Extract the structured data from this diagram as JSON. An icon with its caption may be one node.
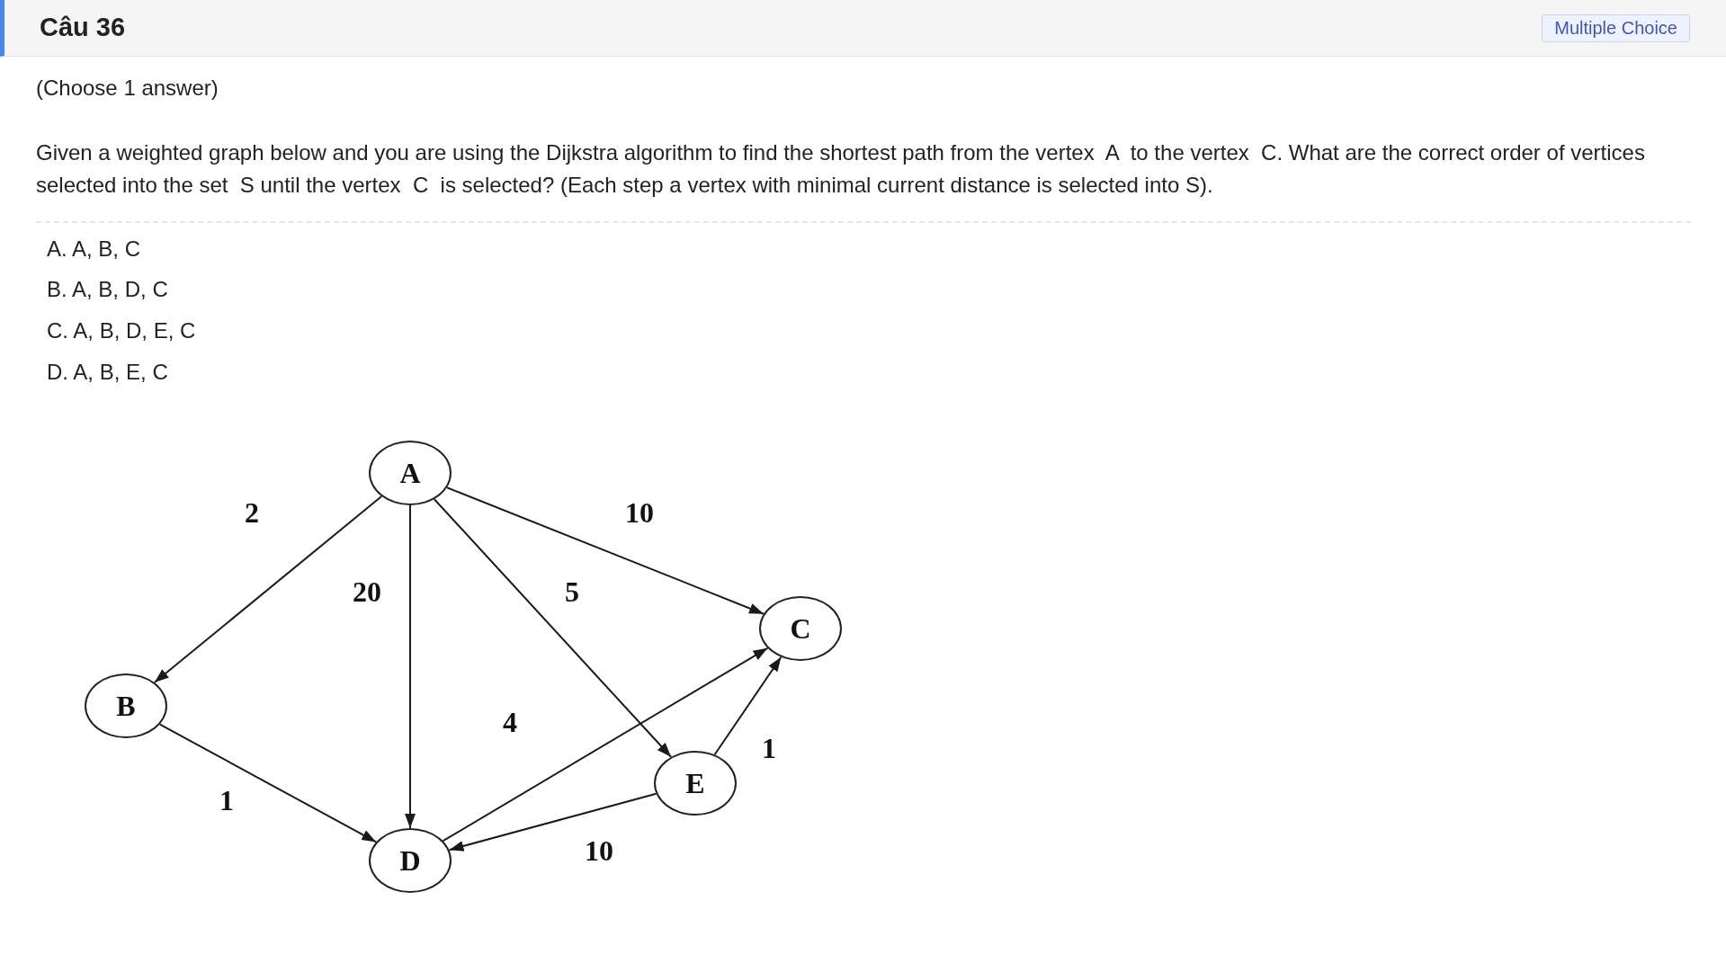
{
  "diagram": {
    "title": "Câu 36",
    "nodes": [
      {
        "text": [
          "A"
        ]
      },
      {
        "text": [
          "C"
        ]
      },
      {
        "text": [
          "B"
        ]
      },
      {
        "text": [
          "E"
        ]
      },
      {
        "text": [
          "D"
        ]
      }
    ],
    "edges": [
      {
        "from": 0,
        "to": 2,
        "arrow": "to",
        "label": "2"
      },
      {
        "from": 0,
        "to": 4,
        "arrow": "to",
        "label": "20"
      },
      {
        "from": 0,
        "to": 3,
        "arrow": "to",
        "label": "5"
      },
      {
        "from": 0,
        "to": 1,
        "arrow": "to",
        "label": "10"
      },
      {
        "from": 2,
        "to": 4,
        "arrow": "to",
        "label": "1"
      },
      {
        "from": 4,
        "to": 1,
        "arrow": "to",
        "label": "4"
      },
      {
        "from": 3,
        "to": 1,
        "arrow": "to",
        "label": "1"
      },
      {
        "from": 3,
        "to": 4,
        "arrow": "to",
        "label": "10"
      }
    ],
    "labels": [
      "Multiple Choice",
      "(Choose 1 answer)",
      "Given a weighted graph below and you are using the Dijkstra algorithm to find the shortest path from the vertex  A  to the vertex  C. What are the correct order of vertices selected into the set  S until the vertex  C  is selected? (Each step a vertex with minimal current distance is selected into S).",
      "A. A, B, C",
      "B. A, B, D, C",
      "C. A, B, D, E, C",
      "D. A, B, E, C"
    ]
  }
}
